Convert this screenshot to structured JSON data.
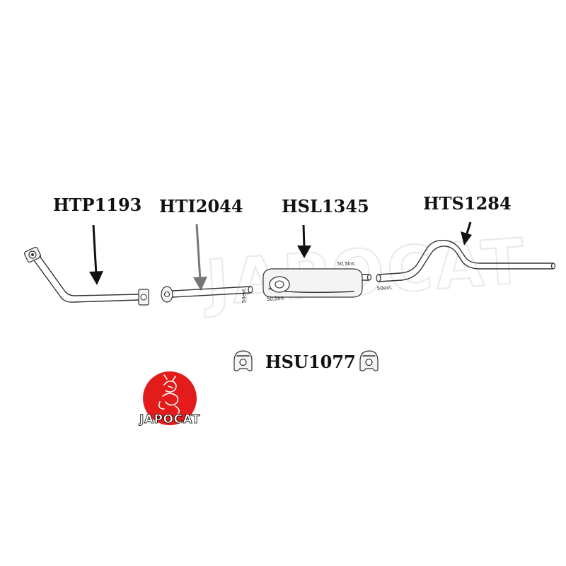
{
  "parts": {
    "front_pipe": "HTP1193",
    "intermediate_pipe": "HTI2044",
    "silencer": "HSL1345",
    "tail_pipe": "HTS1284",
    "mounting": "HSU1077"
  },
  "dimensions": {
    "intermediate_outlet": "50ext.",
    "silencer_inlet": "50,5int.",
    "silencer_outlet": "50,5int.",
    "tail_inlet": "50ext."
  },
  "watermark": "JAPOCAT",
  "logo": {
    "text": "JAPOCAT",
    "circle_color": "#e31b1b"
  }
}
